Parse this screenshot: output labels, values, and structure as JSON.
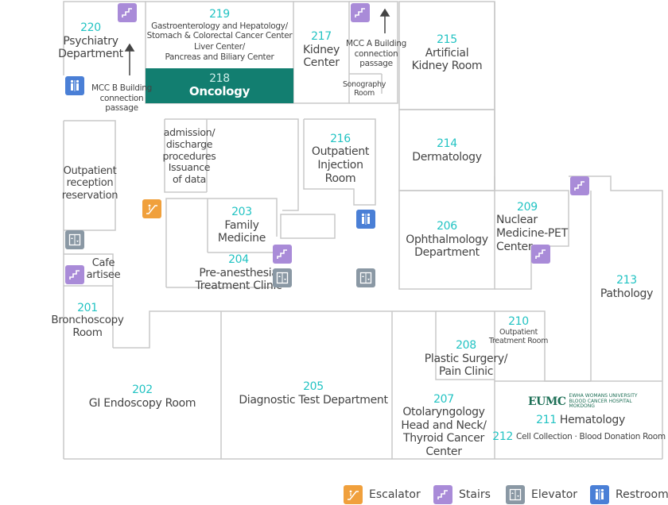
{
  "rooms": {
    "r220": {
      "num": "220",
      "name1": "Psychiatry",
      "name2": "Department"
    },
    "r219": {
      "num": "219",
      "line1": "Gastroenterology and Hepatology/",
      "line2": "Stomach & Colorectal Cancer Center",
      "line3": "Liver Center/",
      "line4": "Pancreas and Biliary Center"
    },
    "r218": {
      "num": "218",
      "name": "Oncology"
    },
    "r217": {
      "num": "217",
      "name1": "Kidney",
      "name2": "Center"
    },
    "mcca": {
      "line1": "MCC A Building",
      "line2": "connection",
      "line3": "passage"
    },
    "sono": {
      "line1": "Sonography",
      "line2": "Room"
    },
    "r215": {
      "num": "215",
      "name1": "Artificial",
      "name2": "Kidney Room"
    },
    "mccb": {
      "line1": "MCC B Building",
      "line2": "connection",
      "line3": "passage"
    },
    "admission": {
      "line1": "admission/",
      "line2": "discharge",
      "line3": "procedures",
      "line4": "Issuance",
      "line5": "of data"
    },
    "r216": {
      "num": "216",
      "name1": "Outpatient",
      "name2": "Injection Room"
    },
    "r214": {
      "num": "214",
      "name": "Dermatology"
    },
    "reception": {
      "line1": "Outpatient",
      "line2": "reception",
      "line3": "reservation"
    },
    "r203": {
      "num": "203",
      "name1": "Family",
      "name2": "Medicine"
    },
    "r204": {
      "num": "204",
      "name1": "Pre-anesthesia",
      "name2": "Treatment Clinic"
    },
    "r206": {
      "num": "206",
      "name1": "Ophthalmology",
      "name2": "Department"
    },
    "r209": {
      "num": "209",
      "name1": "Nuclear",
      "name2": "Medicine-PET",
      "name3": "Center"
    },
    "cafe": {
      "line1": "Cafe",
      "line2": "artisee"
    },
    "r213": {
      "num": "213",
      "name": "Pathology"
    },
    "r201": {
      "num": "201",
      "name1": "Bronchoscopy",
      "name2": "Room"
    },
    "r210": {
      "num": "210",
      "line1": "Outpatient",
      "line2": "Treatment Room"
    },
    "r208": {
      "num": "208",
      "name1": "Plastic Surgery/",
      "name2": "Pain Clinic"
    },
    "r202": {
      "num": "202",
      "name": "GI Endoscopy Room"
    },
    "r205": {
      "num": "205",
      "name": "Diagnostic Test Department"
    },
    "r207": {
      "num": "207",
      "name1": "Otolaryngology",
      "name2": "Head and Neck/",
      "name3": "Thyroid Cancer Center"
    },
    "r211": {
      "num": "211",
      "name": "Hematology"
    },
    "r212": {
      "num": "212",
      "name": "Cell Collection · Blood Donation Room"
    }
  },
  "logo": {
    "mark": "EUMC",
    "line1": "EWHA WOMANS UNIVERSITY",
    "line2": "BLOOD CANCER HOSPITAL",
    "line3": "MOKDONG"
  },
  "legend": {
    "escalator": "Escalator",
    "stairs": "Stairs",
    "elevator": "Elevator",
    "restroom": "Restroom"
  },
  "colors": {
    "accent": "#22c3c3",
    "oncology": "#127e70",
    "stairs": "#a98bd8",
    "elevator": "#8a98a4",
    "restroom": "#4a7fd6",
    "escalator": "#f0a03c"
  }
}
